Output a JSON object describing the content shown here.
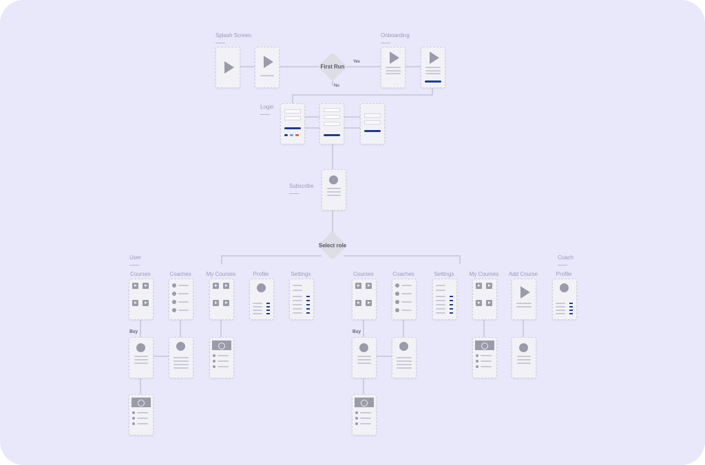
{
  "sections": {
    "splash": "Splash Screen",
    "onboarding": "Onboarding",
    "login": "Login",
    "subscribe": "Subscribe",
    "user": "User",
    "coach": "Coach"
  },
  "decisions": {
    "first_run": "First Run",
    "yes": "Yes",
    "no": "No",
    "select_role": "Select role"
  },
  "user_screens": [
    "Courses",
    "Coaches",
    "My Courses",
    "Profile",
    "Settings"
  ],
  "coach_screens": [
    "Courses",
    "Coaches",
    "Settings",
    "My Courses",
    "Add Course",
    "Profile"
  ],
  "buy_label": "Buy",
  "colors": {
    "background": "#E9E8FB",
    "accent": "#1F3A93",
    "frame": "#F2F2F6"
  }
}
